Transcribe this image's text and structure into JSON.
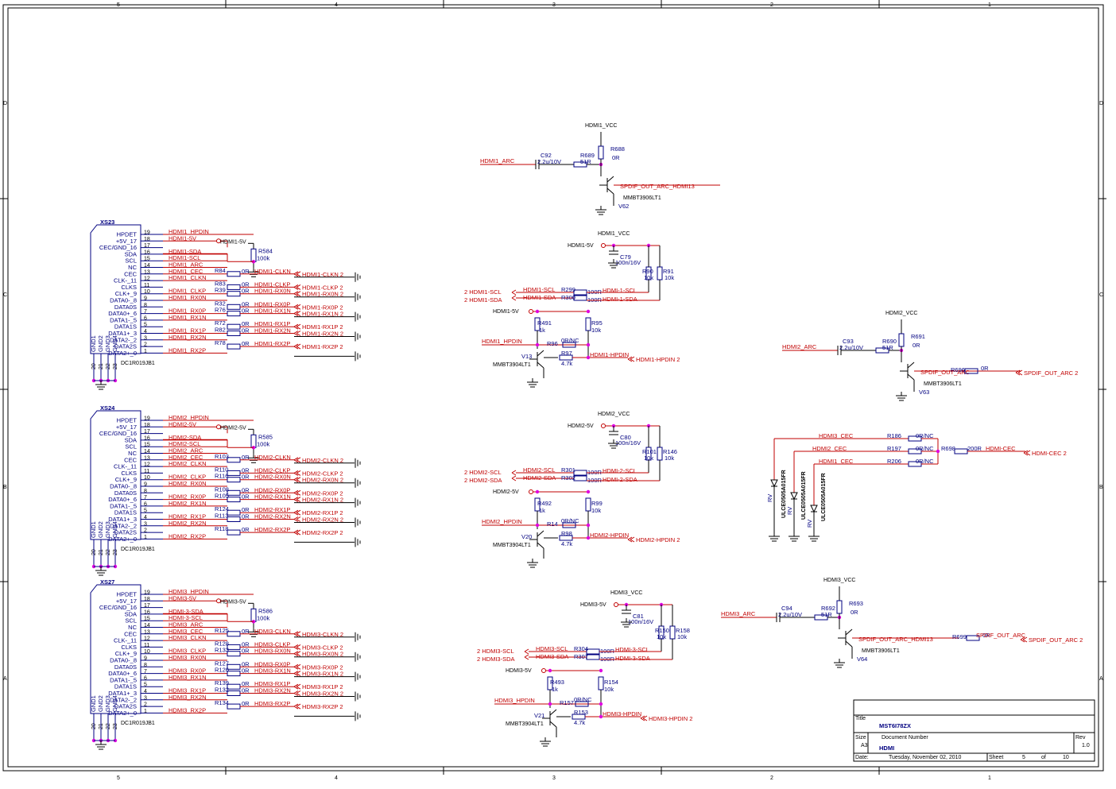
{
  "border": {
    "cols": [
      "5",
      "4",
      "3",
      "2",
      "1"
    ],
    "rows": [
      "D",
      "C",
      "B",
      "A"
    ]
  },
  "connectors": [
    {
      "ref": "XS23",
      "part": "DC1R019JB1",
      "pins": [
        {
          "n": "19",
          "name": "HPDET",
          "net": "HDMI1_HPDIN"
        },
        {
          "n": "18",
          "name": "+5V_17",
          "net": "HDMI1-5V"
        },
        {
          "n": "17",
          "name": "CEC/GND_16",
          "net": ""
        },
        {
          "n": "16",
          "name": "SDA",
          "net": "HDMI1-SDA"
        },
        {
          "n": "15",
          "name": "SCL",
          "net": "HDMI1-SCL"
        },
        {
          "n": "14",
          "name": "NC",
          "net": "HDMI1_ARC"
        },
        {
          "n": "13",
          "name": "CEC",
          "net": "HDMI1_CEC"
        },
        {
          "n": "12",
          "name": "CLK-_11",
          "net": "HDMI1_CLKN"
        },
        {
          "n": "11",
          "name": "CLKS",
          "net": ""
        },
        {
          "n": "10",
          "name": "CLK+_9",
          "net": "HDMI1_CLKP"
        },
        {
          "n": "9",
          "name": "DATA0-_8",
          "net": "HDMI1_RX0N"
        },
        {
          "n": "8",
          "name": "DATA0S",
          "net": ""
        },
        {
          "n": "7",
          "name": "DATA0+_6",
          "net": "HDMI1_RX0P"
        },
        {
          "n": "6",
          "name": "DATA1-_5",
          "net": "HDMI1_RX1N"
        },
        {
          "n": "5",
          "name": "DATA1S",
          "net": ""
        },
        {
          "n": "4",
          "name": "DATA1+_3",
          "net": "HDMI1_RX1P"
        },
        {
          "n": "3",
          "name": "DATA2-_2",
          "net": "HDMI1_RX2N"
        },
        {
          "n": "2",
          "name": "DATA2S",
          "net": ""
        },
        {
          "n": "1",
          "name": "DATA2+_0",
          "net": "HDMI1_RX2P"
        }
      ],
      "gnd_pins": [
        "20",
        "21",
        "22",
        "23"
      ],
      "gnd_names": [
        "GND1",
        "GND2",
        "GND3",
        "GND4"
      ],
      "pwr_net": "HDMI1-5V",
      "pull": {
        "ref": "R584",
        "val": "100k"
      },
      "series": [
        {
          "ref": "R84",
          "val": "0R",
          "out": "HDMI1-CLKN",
          "sheet": "2",
          "row": 7
        },
        {
          "ref": "R83",
          "val": "0R",
          "out": "HDMI1-CLKP",
          "sheet": "2",
          "row": 9
        },
        {
          "ref": "R39",
          "val": "0R",
          "out": "HDMI1-RX0N",
          "sheet": "2",
          "row": 10
        },
        {
          "ref": "R32",
          "val": "0R",
          "out": "HDMI1-RX0P",
          "sheet": "2",
          "row": 12
        },
        {
          "ref": "R76",
          "val": "0R",
          "out": "HDMI1-RX1N",
          "sheet": "2",
          "row": 13
        },
        {
          "ref": "R72",
          "val": "0R",
          "out": "HDMI1-RX1P",
          "sheet": "2",
          "row": 15
        },
        {
          "ref": "R82",
          "val": "0R",
          "out": "HDMI1-RX2N",
          "sheet": "2",
          "row": 16
        },
        {
          "ref": "R78",
          "val": "0R",
          "out": "HDMI1-RX2P",
          "sheet": "2",
          "row": 18
        }
      ]
    },
    {
      "ref": "XS24",
      "part": "DC1R019JB1",
      "pins": [
        {
          "n": "19",
          "name": "HPDET",
          "net": "HDMI2_HPDIN"
        },
        {
          "n": "18",
          "name": "+5V_17",
          "net": "HDMI2-5V"
        },
        {
          "n": "17",
          "name": "CEC/GND_16",
          "net": ""
        },
        {
          "n": "16",
          "name": "SDA",
          "net": "HDMI2-SDA"
        },
        {
          "n": "15",
          "name": "SCL",
          "net": "HDMI2-SCL"
        },
        {
          "n": "14",
          "name": "NC",
          "net": "HDMI2_ARC"
        },
        {
          "n": "13",
          "name": "CEC",
          "net": "HDMI2_CEC"
        },
        {
          "n": "12",
          "name": "CLK-_11",
          "net": "HDMI2_CLKN"
        },
        {
          "n": "11",
          "name": "CLKS",
          "net": ""
        },
        {
          "n": "10",
          "name": "CLK+_9",
          "net": "HDMI2_CLKP"
        },
        {
          "n": "9",
          "name": "DATA0-_8",
          "net": "HDMI2_RX0N"
        },
        {
          "n": "8",
          "name": "DATA0S",
          "net": ""
        },
        {
          "n": "7",
          "name": "DATA0+_6",
          "net": "HDMI2_RX0P"
        },
        {
          "n": "6",
          "name": "DATA1-_5",
          "net": "HDMI2_RX1N"
        },
        {
          "n": "5",
          "name": "DATA1S",
          "net": ""
        },
        {
          "n": "4",
          "name": "DATA1+_3",
          "net": "HDMI2_RX1P"
        },
        {
          "n": "3",
          "name": "DATA2-_2",
          "net": "HDMI2_RX2N"
        },
        {
          "n": "2",
          "name": "DATA2S",
          "net": ""
        },
        {
          "n": "1",
          "name": "DATA2+_0",
          "net": "HDMI2_RX2P"
        }
      ],
      "gnd_pins": [
        "20",
        "21",
        "22",
        "23"
      ],
      "gnd_names": [
        "GND1",
        "GND2",
        "GND3",
        "GND4"
      ],
      "pwr_net": "HDMI2-5V",
      "pull": {
        "ref": "R585",
        "val": "100k"
      },
      "series": [
        {
          "ref": "R103",
          "val": "0R",
          "out": "HDMI2-CLKN",
          "sheet": "2",
          "row": 7
        },
        {
          "ref": "R110",
          "val": "0R",
          "out": "HDMI2-CLKP",
          "sheet": "2",
          "row": 9
        },
        {
          "ref": "R116",
          "val": "0R",
          "out": "HDMI2-RX0N",
          "sheet": "2",
          "row": 10
        },
        {
          "ref": "R108",
          "val": "0R",
          "out": "HDMI2-RX0P",
          "sheet": "2",
          "row": 12
        },
        {
          "ref": "R105",
          "val": "0R",
          "out": "HDMI2-RX1N",
          "sheet": "2",
          "row": 13
        },
        {
          "ref": "R124",
          "val": "0R",
          "out": "HDMI2-RX1P",
          "sheet": "2",
          "row": 15
        },
        {
          "ref": "R113",
          "val": "0R",
          "out": "HDMI2-RX2N",
          "sheet": "2",
          "row": 16
        },
        {
          "ref": "R118",
          "val": "0R",
          "out": "HDMI2-RX2P",
          "sheet": "2",
          "row": 18
        }
      ]
    },
    {
      "ref": "XS27",
      "part": "DC1R019JB1",
      "pins": [
        {
          "n": "19",
          "name": "HPDET",
          "net": "HDMI3_HPDIN"
        },
        {
          "n": "18",
          "name": "+5V_17",
          "net": "HDMI3-5V"
        },
        {
          "n": "17",
          "name": "CEC/GND_16",
          "net": ""
        },
        {
          "n": "16",
          "name": "SDA",
          "net": "HDMI-3-SDA"
        },
        {
          "n": "15",
          "name": "SCL",
          "net": "HDMI-3-SCL"
        },
        {
          "n": "14",
          "name": "NC",
          "net": "HDMI3_ARC"
        },
        {
          "n": "13",
          "name": "CEC",
          "net": "HDMI3_CEC"
        },
        {
          "n": "12",
          "name": "CLK-_11",
          "net": "HDMI3_CLKN"
        },
        {
          "n": "11",
          "name": "CLKS",
          "net": ""
        },
        {
          "n": "10",
          "name": "CLK+_9",
          "net": "HDMI3_CLKP"
        },
        {
          "n": "9",
          "name": "DATA0-_8",
          "net": "HDMI3_RX0N"
        },
        {
          "n": "8",
          "name": "DATA0S",
          "net": ""
        },
        {
          "n": "7",
          "name": "DATA0+_6",
          "net": "HDMI3_RX0P"
        },
        {
          "n": "6",
          "name": "DATA1-_5",
          "net": "HDMI3_RX1N"
        },
        {
          "n": "5",
          "name": "DATA1S",
          "net": ""
        },
        {
          "n": "4",
          "name": "DATA1+_3",
          "net": "HDMI3_RX1P"
        },
        {
          "n": "3",
          "name": "DATA2-_2",
          "net": "HDMI3_RX2N"
        },
        {
          "n": "2",
          "name": "DATA2S",
          "net": ""
        },
        {
          "n": "1",
          "name": "DATA2+_0",
          "net": "HDMI3_RX2P"
        }
      ],
      "gnd_pins": [
        "20",
        "21",
        "22",
        "23"
      ],
      "gnd_names": [
        "GND1",
        "GND2",
        "GND3",
        "GND4"
      ],
      "pwr_net": "HDMI3-5V",
      "pull": {
        "ref": "R586",
        "val": "100k"
      },
      "series": [
        {
          "ref": "R125",
          "val": "0R",
          "out": "HDMI3-CLKN",
          "sheet": "2",
          "row": 7
        },
        {
          "ref": "R128",
          "val": "0R",
          "out": "HDMI3-CLKP",
          "sheet": "2",
          "row": 9
        },
        {
          "ref": "R133",
          "val": "0R",
          "out": "HDMI3-RX0N",
          "sheet": "2",
          "row": 10
        },
        {
          "ref": "R127",
          "val": "0R",
          "out": "HDMI3-RX0P",
          "sheet": "2",
          "row": 12
        },
        {
          "ref": "R126",
          "val": "0R",
          "out": "HDMI3-RX1N",
          "sheet": "2",
          "row": 13
        },
        {
          "ref": "R139",
          "val": "0R",
          "out": "HDMI3-RX1P",
          "sheet": "2",
          "row": 15
        },
        {
          "ref": "R132",
          "val": "0R",
          "out": "HDMI3-RX2N",
          "sheet": "2",
          "row": 16
        },
        {
          "ref": "R134",
          "val": "0R",
          "out": "HDMI3-RX2P",
          "sheet": "2",
          "row": 18
        }
      ]
    }
  ],
  "arc": [
    {
      "vcc": "HDMI1_VCC",
      "in": "HDMI1_ARC",
      "cap": "C92",
      "capv": "2.2u/10V",
      "rs": "R689",
      "rsv": "51R",
      "rp": "R688",
      "rpv": "0R",
      "q": "V62",
      "qp": "MMBT3906LT1",
      "out": "SPDIF_OUT_ARC_HDMI13",
      "rout": "",
      "routv": "",
      "port": ""
    },
    {
      "vcc": "HDMI2_VCC",
      "in": "HDMI2_ARC",
      "cap": "C93",
      "capv": "2.2u/10V",
      "rs": "R690",
      "rsv": "51R",
      "rp": "R691",
      "rpv": "0R",
      "q": "V63",
      "qp": "MMBT3906LT1",
      "out": "SPDIF_OUT_ARC",
      "rout": "R696",
      "routv": "0R",
      "port": "SPDIF_OUT_ARC   2"
    },
    {
      "vcc": "HDMI3_VCC",
      "in": "HDMI3_ARC",
      "cap": "C94",
      "capv": "2.2u/10V",
      "rs": "R692",
      "rsv": "51R",
      "rp": "R693",
      "rpv": "0R",
      "q": "V64",
      "qp": "MMBT3906LT1",
      "out": "SPDIF_OUT_ARC_HDMI13",
      "rout": "R699",
      "routv": "0R",
      "port": "SPDIF_OUT_ARC   2",
      "out2": "SPDIF_OUT_ARC"
    }
  ],
  "ddc": [
    {
      "vcc": "HDMI1_VCC",
      "pwr": "HDMI1-5V",
      "cap": "C79",
      "capv": "100n/16V",
      "ra": "R90",
      "rav": "10k",
      "rb": "R91",
      "rbv": "10k",
      "scl_in": "2  HDMI1-SCL",
      "sda_in": "2  HDMI1-SDA",
      "scl_net": "HDMI1-SCL",
      "sda_net": "HDMI1-SDA",
      "rscl": "R299",
      "rsda": "R300",
      "rv": "100R",
      "scl_out": "HDMI-1-SCL",
      "sda_out": "HDMI-1-SDA",
      "hpd_pwr": "HDMI1-5V",
      "rup": "R491",
      "rupv": "1k",
      "rbase": "R95",
      "rbasev": "10k",
      "hpd_in": "HDMI1_HPDIN",
      "rnc": "R96",
      "rncv": "0R/NC",
      "q": "V13",
      "qp": "MMBT3904LT1",
      "rcol": "R97",
      "rcolv": "4.7k",
      "hpd_out": "HDMI1-HPDIN",
      "hpd_port": "HDMI1-HPDIN  2"
    },
    {
      "vcc": "HDMI2_VCC",
      "pwr": "HDMI2-5V",
      "cap": "C80",
      "capv": "100n/16V",
      "ra": "R101",
      "rav": "10k",
      "rb": "R146",
      "rbv": "10k",
      "scl_in": "2  HDMI2-SCL",
      "sda_in": "2  HDMI2-SDA",
      "scl_net": "HDMI2-SCL",
      "sda_net": "HDMI2-SDA",
      "rscl": "R301",
      "rsda": "R302",
      "rv": "100R",
      "scl_out": "HDMI-2-SCL",
      "sda_out": "HDMI-2-SDA",
      "hpd_pwr": "HDMI2-5V",
      "rup": "R492",
      "rupv": "1k",
      "rbase": "R99",
      "rbasev": "10k",
      "hpd_in": "HDMI2_HPDIN",
      "rnc": "R14",
      "rncv": "0R/NC",
      "q": "V20",
      "qp": "MMBT3904LT1",
      "rcol": "R98",
      "rcolv": "4.7k",
      "hpd_out": "HDMI2-HPDIN",
      "hpd_port": "HDMI2-HPDIN  2"
    },
    {
      "vcc": "HDMI3_VCC",
      "pwr": "HDMI3-5V",
      "cap": "C81",
      "capv": "100n/16V",
      "ra": "R150",
      "rav": "10k",
      "rb": "R158",
      "rbv": "10k",
      "scl_in": "2  HDMI3-SCL",
      "sda_in": "2  HDMI3-SDA",
      "scl_net": "HDMI3-SCL",
      "sda_net": "HDMI3-SDA",
      "rscl": "R304",
      "rsda": "R307",
      "rv": "100R",
      "scl_out": "HDMI-3-SCL",
      "sda_out": "HDMI-3-SDA",
      "hpd_pwr": "HDMI3-5V",
      "rup": "R493",
      "rupv": "1k",
      "rbase": "R154",
      "rbasev": "10k",
      "hpd_in": "HDMI3_HPDIN",
      "rnc": "R157",
      "rncv": "0R/NC",
      "q": "V21",
      "qp": "MMBT3904LT1",
      "rcol": "R153",
      "rcolv": "4.7k",
      "hpd_out": "HDMI3-HPDIN",
      "hpd_port": "HDMI3-HPDIN  2"
    }
  ],
  "cec": {
    "nets": [
      "HDMI3_CEC",
      "HDMI2_CEC",
      "HDMI1_CEC"
    ],
    "res": [
      {
        "ref": "R186",
        "val": "0R/NC"
      },
      {
        "ref": "R197",
        "val": "0R/NC"
      },
      {
        "ref": "R206",
        "val": "0R/NC"
      }
    ],
    "r698": {
      "ref": "R698",
      "val": "200R"
    },
    "out_net": "HDMI-CEC",
    "port": "HDMI-CEC   2",
    "tvs": [
      {
        "ref": "RV",
        "part": "ULCE0505A015FR"
      },
      {
        "ref": "RV",
        "part": "ULCE0505A015FR"
      },
      {
        "ref": "RV",
        "part": "ULCE0505A015FR"
      }
    ]
  },
  "title_block": {
    "title_label": "Title",
    "title": "MST6I78ZX",
    "size_label": "Size",
    "size": "A3",
    "docnum_label": "Document Number",
    "docnum": "HDMI",
    "rev_label": "Rev",
    "rev": "1.0",
    "date_label": "Date:",
    "date": "Tuesday, November 02, 2010",
    "sheet_label": "Sheet",
    "sheet": "5",
    "of_label": "of",
    "of": "10"
  }
}
